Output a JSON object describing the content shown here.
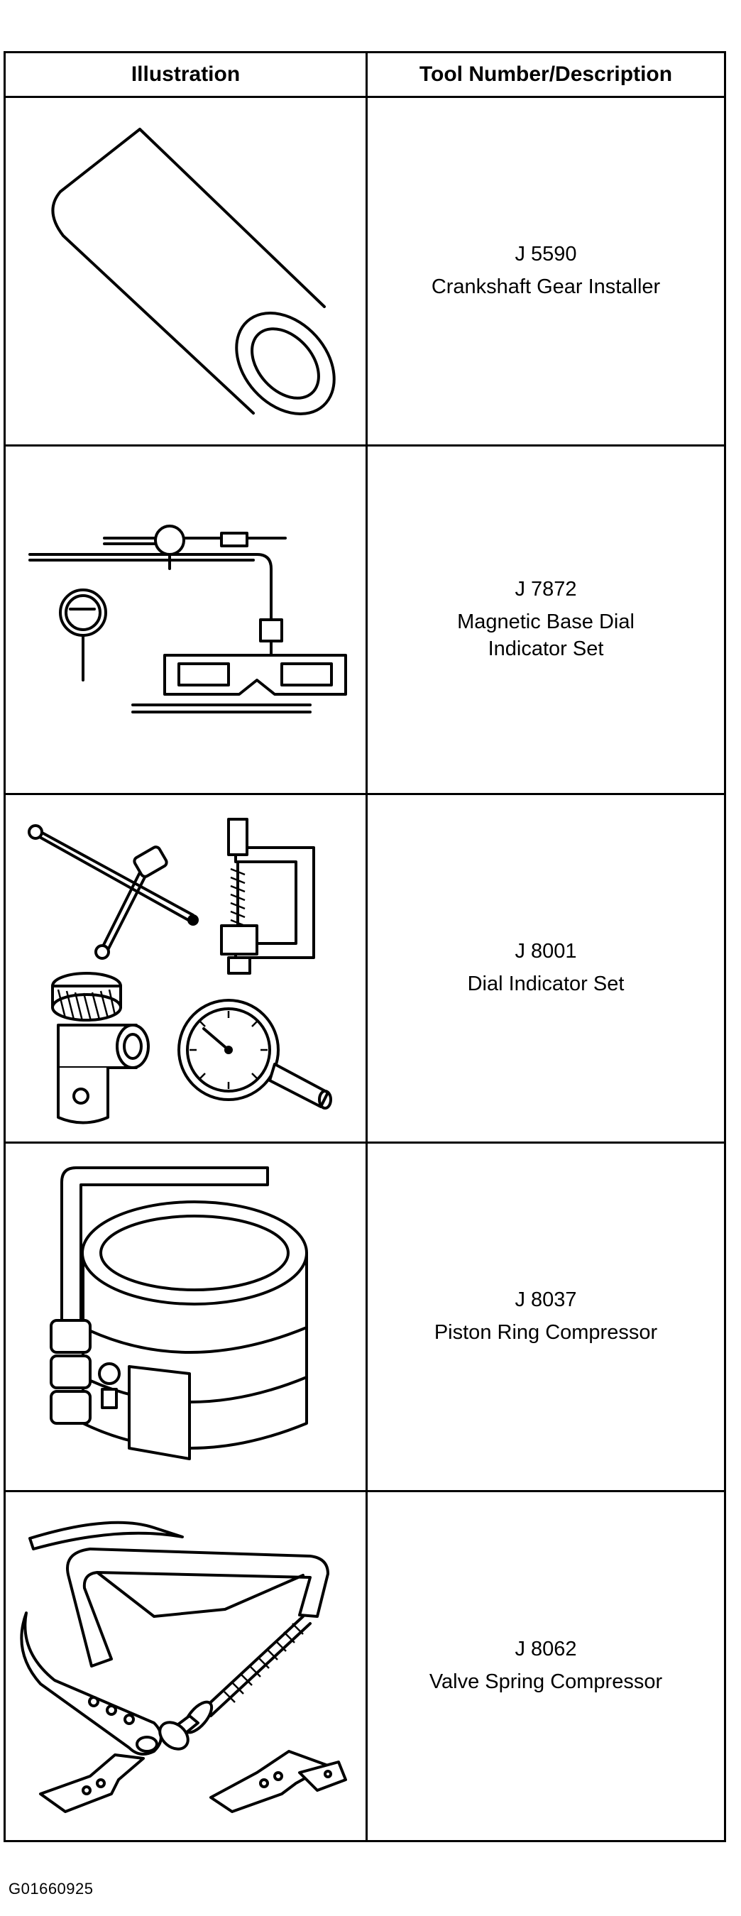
{
  "table": {
    "headers": {
      "illustration": "Illustration",
      "description": "Tool Number/Description"
    },
    "rows": [
      {
        "number": "J 5590",
        "description": "Crankshaft Gear Installer",
        "icon": "crankshaft-gear-installer-illustration"
      },
      {
        "number": "J 7872",
        "description": "Magnetic Base Dial\nIndicator Set",
        "icon": "magnetic-base-dial-indicator-illustration"
      },
      {
        "number": "J 8001",
        "description": "Dial Indicator Set",
        "icon": "dial-indicator-set-illustration"
      },
      {
        "number": "J 8037",
        "description": "Piston Ring Compressor",
        "icon": "piston-ring-compressor-illustration"
      },
      {
        "number": "J 8062",
        "description": "Valve Spring Compressor",
        "icon": "valve-spring-compressor-illustration"
      }
    ]
  },
  "footer": {
    "figure_id": "G01660925"
  }
}
